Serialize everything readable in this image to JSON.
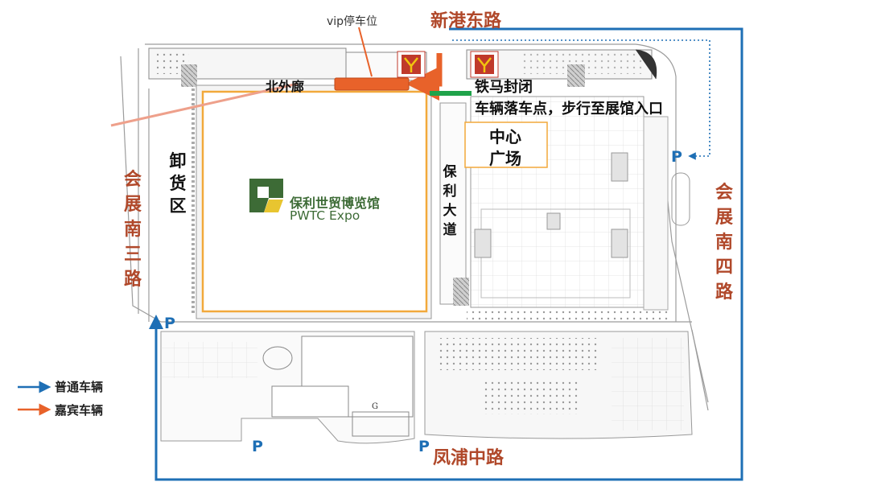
{
  "roads": {
    "top": "新港东路",
    "bottom": "凤浦中路",
    "left": "会展南三路",
    "right": "会展南四路"
  },
  "labels": {
    "vip_parking": "vip停车位",
    "north_corridor": "北外廊",
    "unloading_area": "卸货区",
    "poly_avenue": "保利大道",
    "center_plaza_line1": "中心",
    "center_plaza_line2": "广场",
    "barrier_closed": "铁马封闭",
    "drop_off_point": "车辆落车点，步行至展馆入口"
  },
  "logo": {
    "name_cn": "保利世贸博览馆",
    "name_en": "PWTC Expo",
    "brand_color": "#3d6b36"
  },
  "parking_marker": "P",
  "legend": [
    {
      "label": "普通车辆",
      "color": "#1e6fb5"
    },
    {
      "label": "嘉宾车辆",
      "color": "#e8622a"
    }
  ],
  "colors": {
    "regular_route": "#1e6fb5",
    "vip_route": "#e8622a",
    "hall_outline": "#f2a93b",
    "road_label": "#b0482a",
    "barrier": "#1fa34a"
  }
}
